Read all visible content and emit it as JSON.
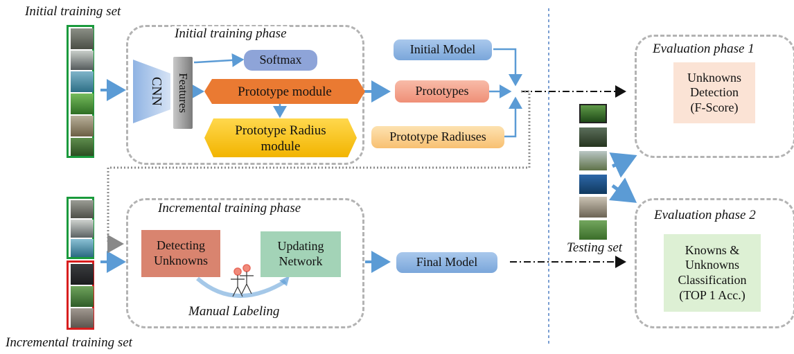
{
  "labels": {
    "initial_training_set": "Initial training set",
    "incremental_training_set": "Incremental training set",
    "testing_set": "Testing set",
    "initial_training_phase": "Initial training phase",
    "incremental_training_phase": "Incremental training phase",
    "evaluation_phase_1": "Evaluation phase 1",
    "evaluation_phase_2": "Evaluation phase 2",
    "manual_labeling": "Manual Labeling"
  },
  "blocks": {
    "cnn": "CNN",
    "features": "Features",
    "softmax": "Softmax",
    "prototype_module": "Prototype module",
    "prototype_radius_module_line1": "Prototype Radius",
    "prototype_radius_module_line2": "module",
    "initial_model": "Initial Model",
    "prototypes": "Prototypes",
    "prototype_radiuses": "Prototype Radiuses",
    "detecting_unknowns_line1": "Detecting",
    "detecting_unknowns_line2": "Unknowns",
    "updating_network_line1": "Updating",
    "updating_network_line2": "Network",
    "final_model": "Final Model",
    "unknowns_detection_line1": "Unknowns",
    "unknowns_detection_line2": "Detection",
    "unknowns_detection_line3": "(F-Score)",
    "classification_line1": "Knowns &",
    "classification_line2": "Unknowns",
    "classification_line3": "Classification",
    "classification_line4": "(TOP 1 Acc.)"
  },
  "colors": {
    "green_frame": "#1a9a3c",
    "red_frame": "#d81e1e",
    "arrow_blue": "#5b9bd5",
    "softmax": "#8ea4d8",
    "prototype_module": "#ea7a32",
    "prototype_radius": "#f5c000",
    "model": "#8db5e2",
    "prototypes": "#f4a28c",
    "prototype_radiuses": "#fbd08a",
    "detecting": "#d9846f",
    "updating": "#9fd0b4",
    "eval1": "#fbe1d3",
    "eval2": "#dcf0d3"
  }
}
